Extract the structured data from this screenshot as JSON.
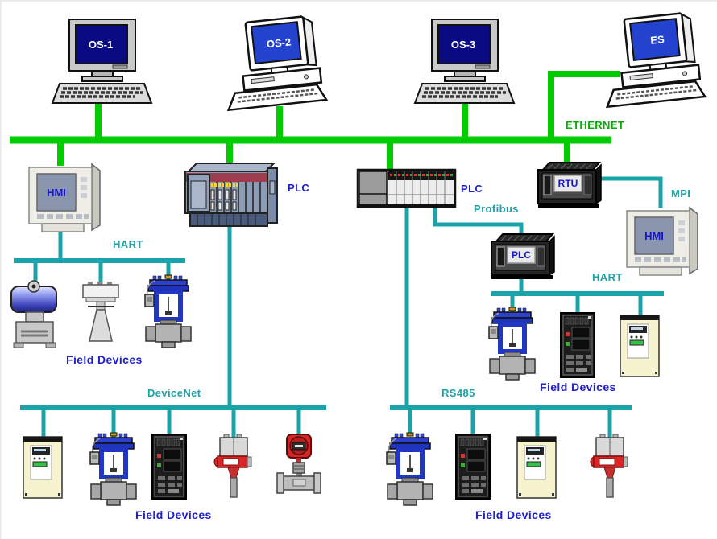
{
  "colors": {
    "ethernet_green": "#00cc00",
    "ethernet_label_green": "#00b000",
    "fieldbus_teal": "#1aa3a8",
    "label_blue": "#2020cc",
    "crt_screen_navy": "#0a0a82",
    "crt_screen_blue": "#2343cf"
  },
  "stations": {
    "os1": "OS-1",
    "os2": "OS-2",
    "os3": "OS-3",
    "es": "ES"
  },
  "controllers": {
    "hmi_left": "HMI",
    "plc_rack_1": "PLC",
    "plc_rack_2": "PLC",
    "rtu": "RTU",
    "plc_small": "PLC",
    "hmi_right": "HMI"
  },
  "networks": {
    "ethernet": "ETHERNET",
    "hart_left": "HART",
    "hart_right": "HART",
    "mpi": "MPI",
    "profibus": "Profibus",
    "devicenet": "DeviceNet",
    "rs485": "RS485"
  },
  "field_device_groups": [
    {
      "bus": "HART",
      "label": "Field Devices",
      "devices": [
        "pressure-transmitter",
        "radar-level-transmitter",
        "control-valve"
      ]
    },
    {
      "bus": "HART",
      "label": "Field Devices",
      "devices": [
        "control-valve",
        "panel-recorder",
        "vfd-drive"
      ]
    },
    {
      "bus": "DeviceNet",
      "label": "Field Devices",
      "devices": [
        "vfd-drive",
        "control-valve",
        "panel-recorder",
        "temperature-transmitter",
        "magnetic-flowmeter"
      ]
    },
    {
      "bus": "RS485",
      "label": "Field Devices",
      "devices": [
        "control-valve",
        "panel-recorder",
        "vfd-drive",
        "temperature-transmitter"
      ]
    }
  ]
}
